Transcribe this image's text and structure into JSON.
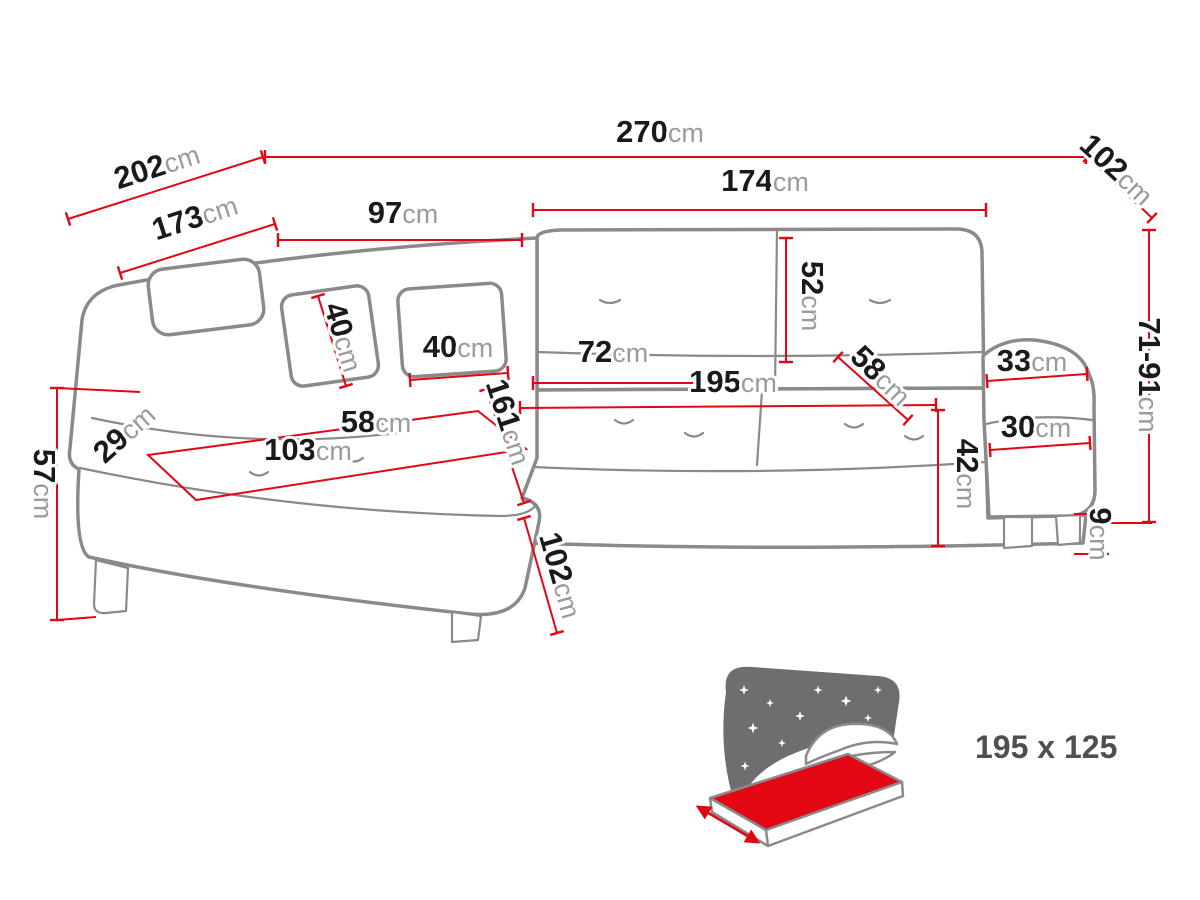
{
  "diagram": {
    "type": "corner-sofa-dimension-drawing",
    "dims": {
      "overall_width": {
        "value": "270",
        "unit": "cm"
      },
      "total_depth_left": {
        "value": "202",
        "unit": "cm"
      },
      "depth_right": {
        "value": "102",
        "unit": "cm"
      },
      "inner_depth_left": {
        "value": "173",
        "unit": "cm"
      },
      "corner_back_width": {
        "value": "97",
        "unit": "cm"
      },
      "seat_width_right": {
        "value": "174",
        "unit": "cm"
      },
      "backrest_thickness": {
        "value": "52",
        "unit": "cm"
      },
      "pillow_left": {
        "value": "40",
        "unit": "cm"
      },
      "pillow_right": {
        "value": "40",
        "unit": "cm"
      },
      "seat_depth": {
        "value": "72",
        "unit": "cm"
      },
      "sleeping_length": {
        "value": "195",
        "unit": "cm"
      },
      "seat_diagonal_right": {
        "value": "58",
        "unit": "cm"
      },
      "armrest_top_width": {
        "value": "33",
        "unit": "cm"
      },
      "chaise_seat_width": {
        "value": "58",
        "unit": "cm"
      },
      "chaise_seat_length": {
        "value": "103",
        "unit": "cm"
      },
      "chaise_diagonal": {
        "value": "161",
        "unit": "cm"
      },
      "chaise_side_width": {
        "value": "29",
        "unit": "cm"
      },
      "armrest_base_width": {
        "value": "30",
        "unit": "cm"
      },
      "seat_height_inner": {
        "value": "42",
        "unit": "cm"
      },
      "seat_height_front": {
        "value": "57",
        "unit": "cm"
      },
      "height_range": {
        "value": "71-91",
        "unit": "cm"
      },
      "leg_height": {
        "value": "9",
        "unit": "cm"
      },
      "chaise_front_depth": {
        "value": "102",
        "unit": "cm"
      }
    },
    "sleeping_area": {
      "label": "195 x 125"
    },
    "colors": {
      "outline_gray": "#8a8a8a",
      "dimension_red": "#e30613",
      "number_text": "#1a1a1a",
      "unit_text": "#9b9b9b",
      "inset_flap": "#6e6e6e",
      "inset_label": "#4f4f4f"
    }
  }
}
